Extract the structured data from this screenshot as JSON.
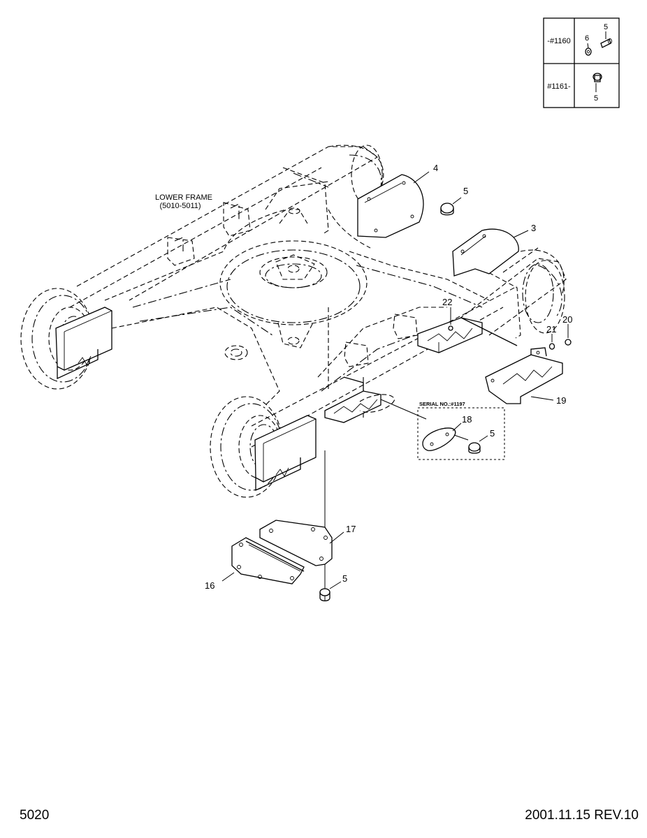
{
  "page_number": "5020",
  "revision": "2001.11.15  REV.10",
  "serial_table": {
    "row1_label": "-#1160",
    "row1_parts": [
      "6",
      "5"
    ],
    "row2_label": "#1161-",
    "row2_parts": [
      "5"
    ]
  },
  "labels": {
    "lower_frame_1": "LOWER FRAME",
    "lower_frame_2": "(5010-5011)",
    "serial_note": "SERIAL NO.:#1197"
  },
  "callouts": {
    "p3": "3",
    "p4": "4",
    "p5a": "5",
    "p5b": "5",
    "p5c": "5",
    "p16": "16",
    "p17": "17",
    "p18": "18",
    "p19": "19",
    "p20": "20",
    "p21": "21",
    "p22": "22"
  },
  "colors": {
    "ink": "#000000",
    "paper": "#ffffff"
  }
}
